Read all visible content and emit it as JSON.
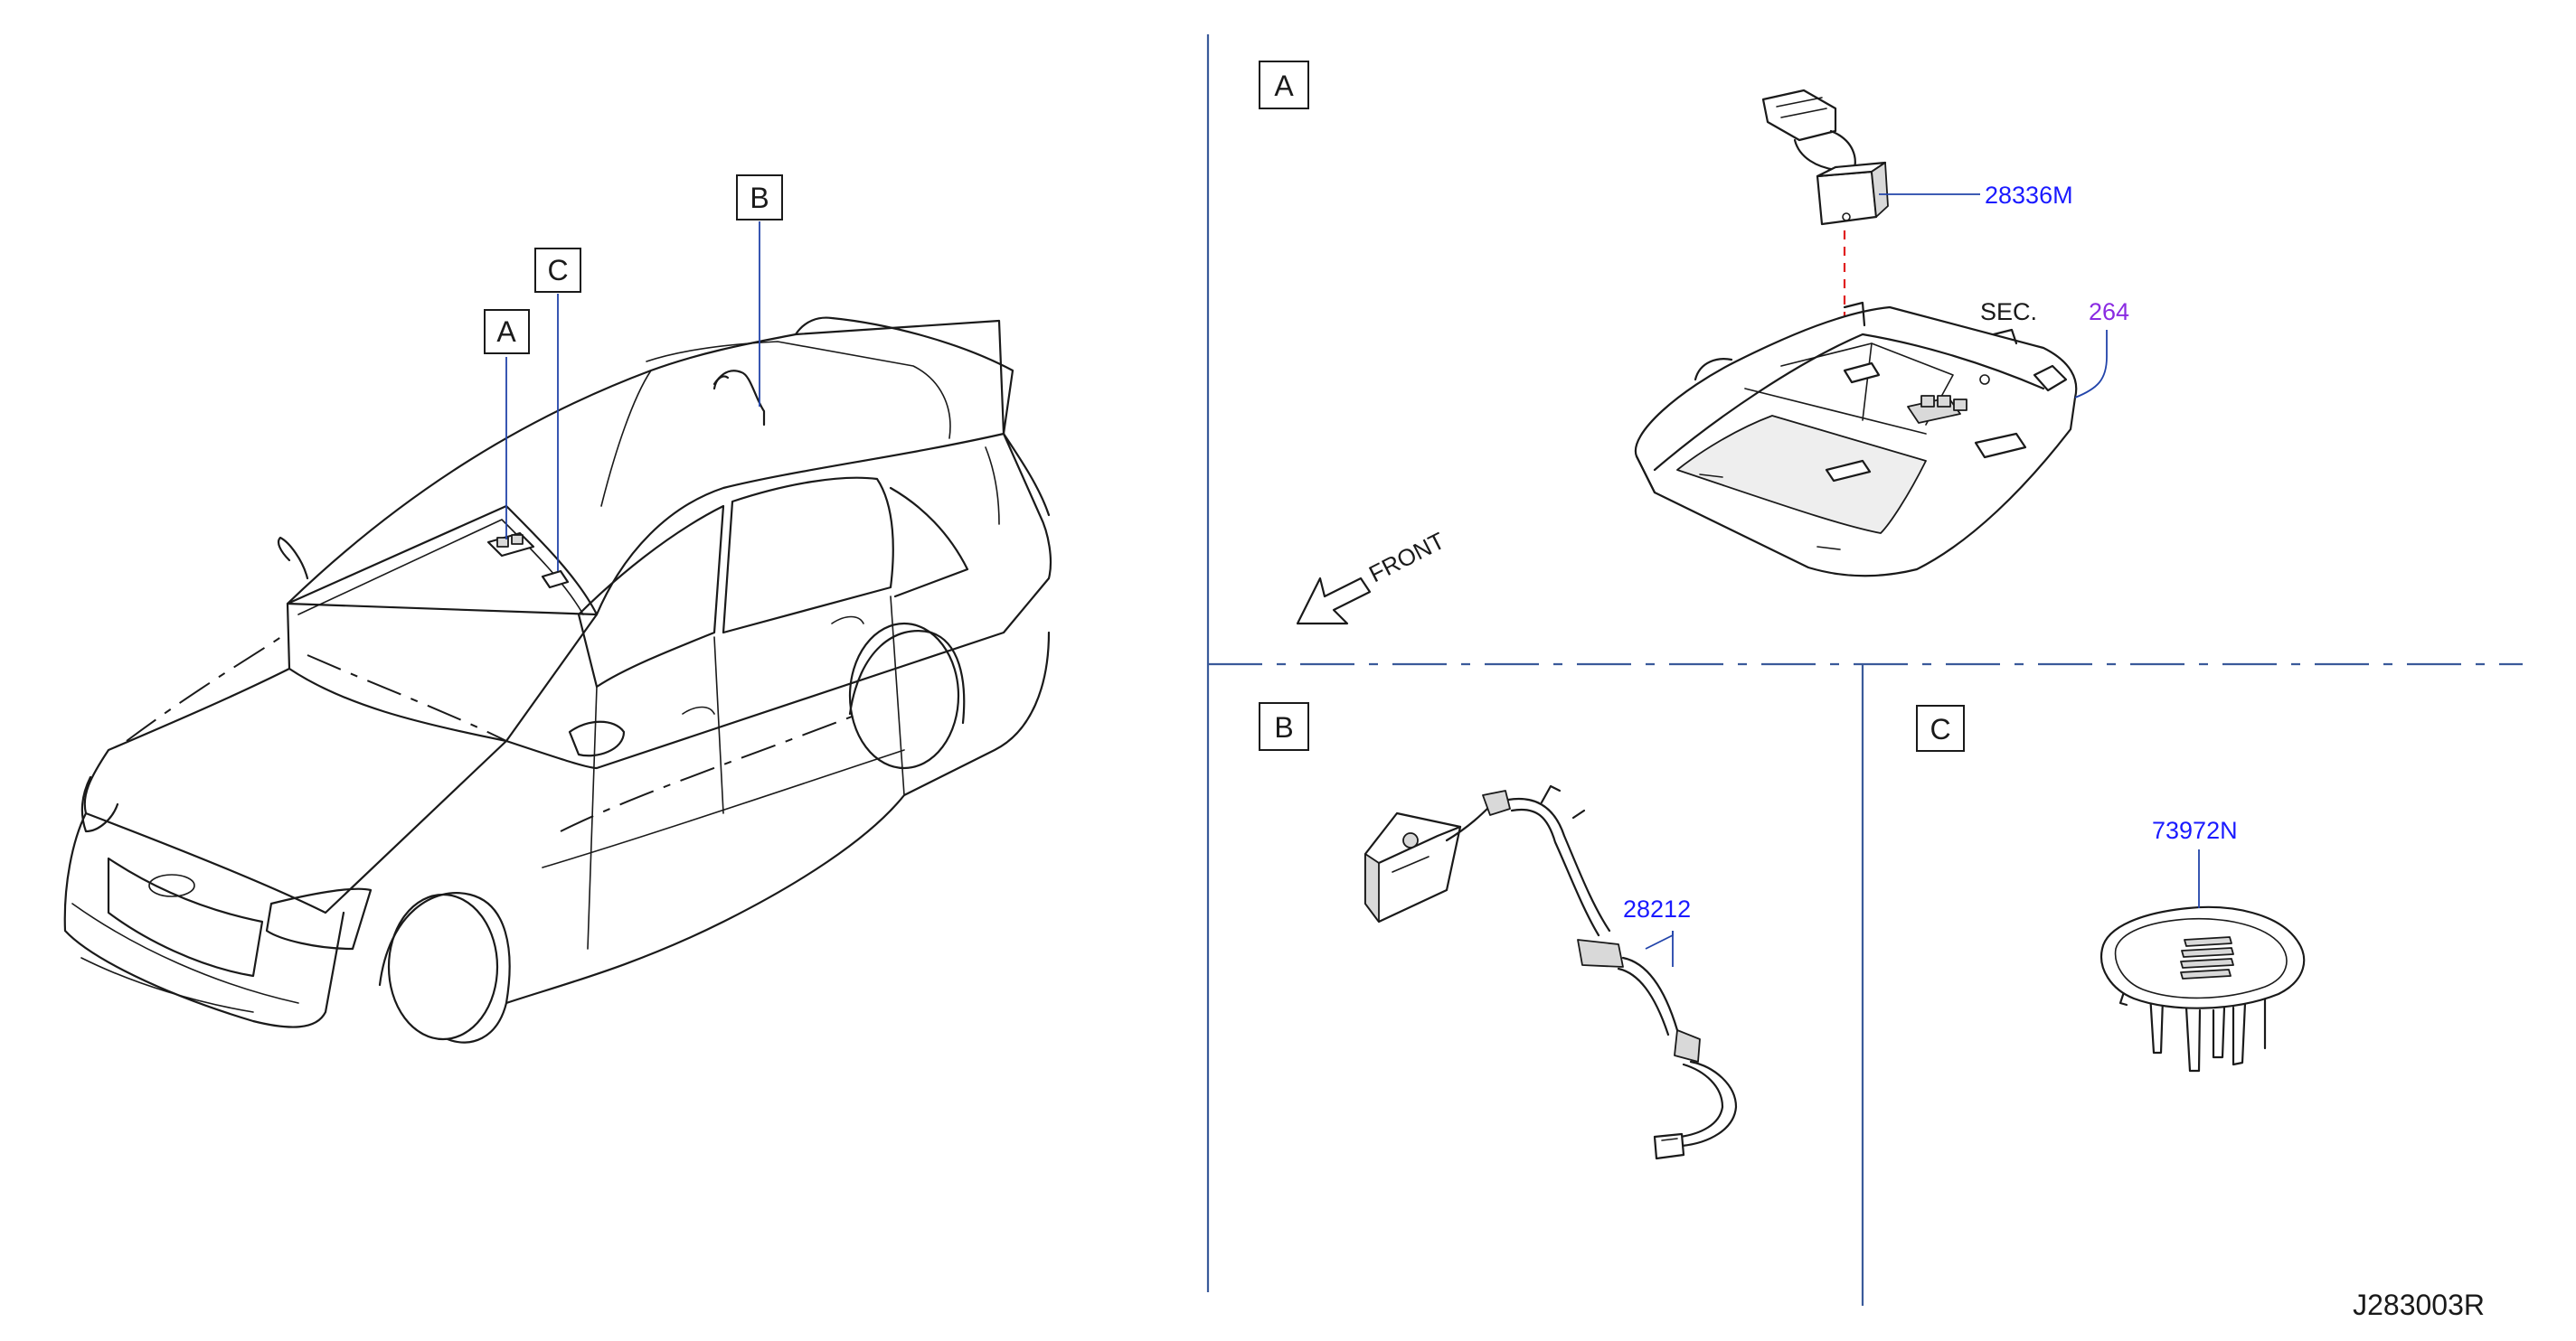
{
  "callouts": {
    "car_a": "A",
    "car_b": "B",
    "car_c": "C",
    "detail_a": "A",
    "detail_b": "B",
    "detail_c": "C"
  },
  "parts": {
    "sensor_unit": "28336M",
    "section_ref_prefix": "SEC.",
    "section_ref_number": "264",
    "antenna_harness": "28212",
    "cover": "73972N"
  },
  "direction_label": "FRONT",
  "diagram_id": "J283003R",
  "colors": {
    "part_number": "#1a1aff",
    "section_number": "#8a2be2",
    "divider": "#3a5a9a",
    "leader_red": "#e02020"
  }
}
